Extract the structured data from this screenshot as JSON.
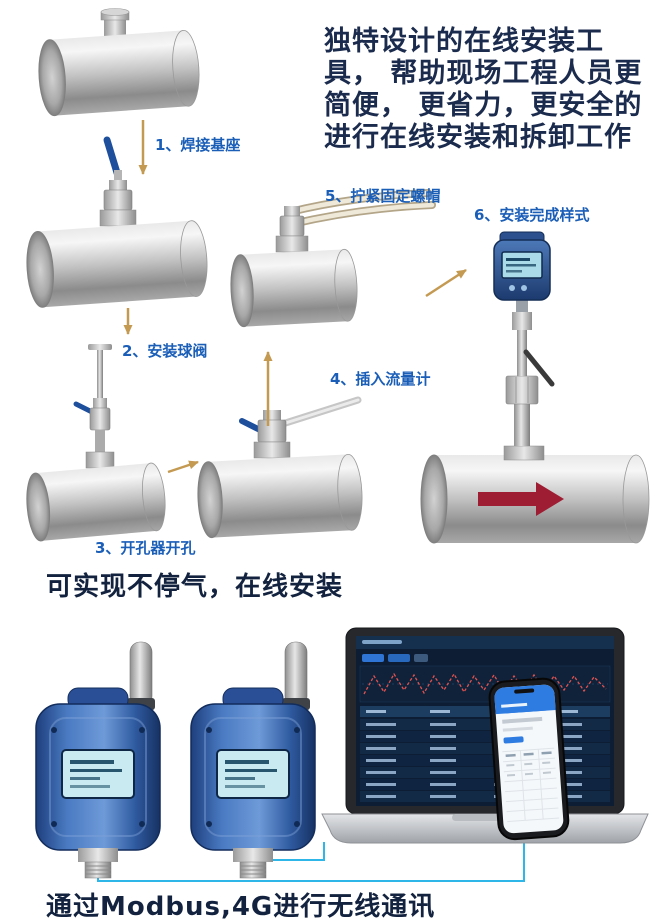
{
  "intro": {
    "text": "独特设计的在线安装工具， 帮助现场工程人员更简便， 更省力，更安全的进行在线安装和拆卸工作"
  },
  "steps": [
    {
      "label": "1、焊接基座"
    },
    {
      "label": "2、安装球阀"
    },
    {
      "label": "3、开孔器开孔"
    },
    {
      "label": "4、插入流量计"
    },
    {
      "label": "5、拧紧固定螺帽"
    },
    {
      "label": "6、安装完成样式"
    }
  ],
  "captions": {
    "online": "可实现不停气，在线安装",
    "comm": "通过Modbus,4G进行无线通讯"
  },
  "colors": {
    "step_label_blue": "#1a5eb8",
    "body_text_navy": "#1b2b4d",
    "process_arrow_gold": "#c49a52",
    "flow_arrow_red": "#9e1d33",
    "device_blue": "#2e5fae",
    "connection_line_blue": "#2eb6e8"
  }
}
